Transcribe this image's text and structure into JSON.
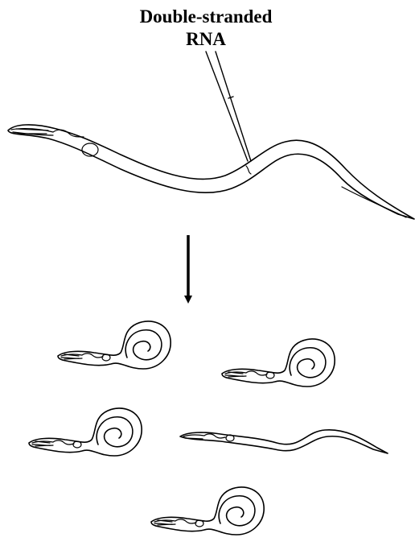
{
  "label": {
    "line1": "Double-stranded",
    "line2": "RNA"
  },
  "colors": {
    "ink": "#000000",
    "background": "#ffffff"
  },
  "figure": {
    "offspring_count": 5,
    "coiled_offspring_count": 4,
    "uncoiled_offspring_count": 1
  }
}
